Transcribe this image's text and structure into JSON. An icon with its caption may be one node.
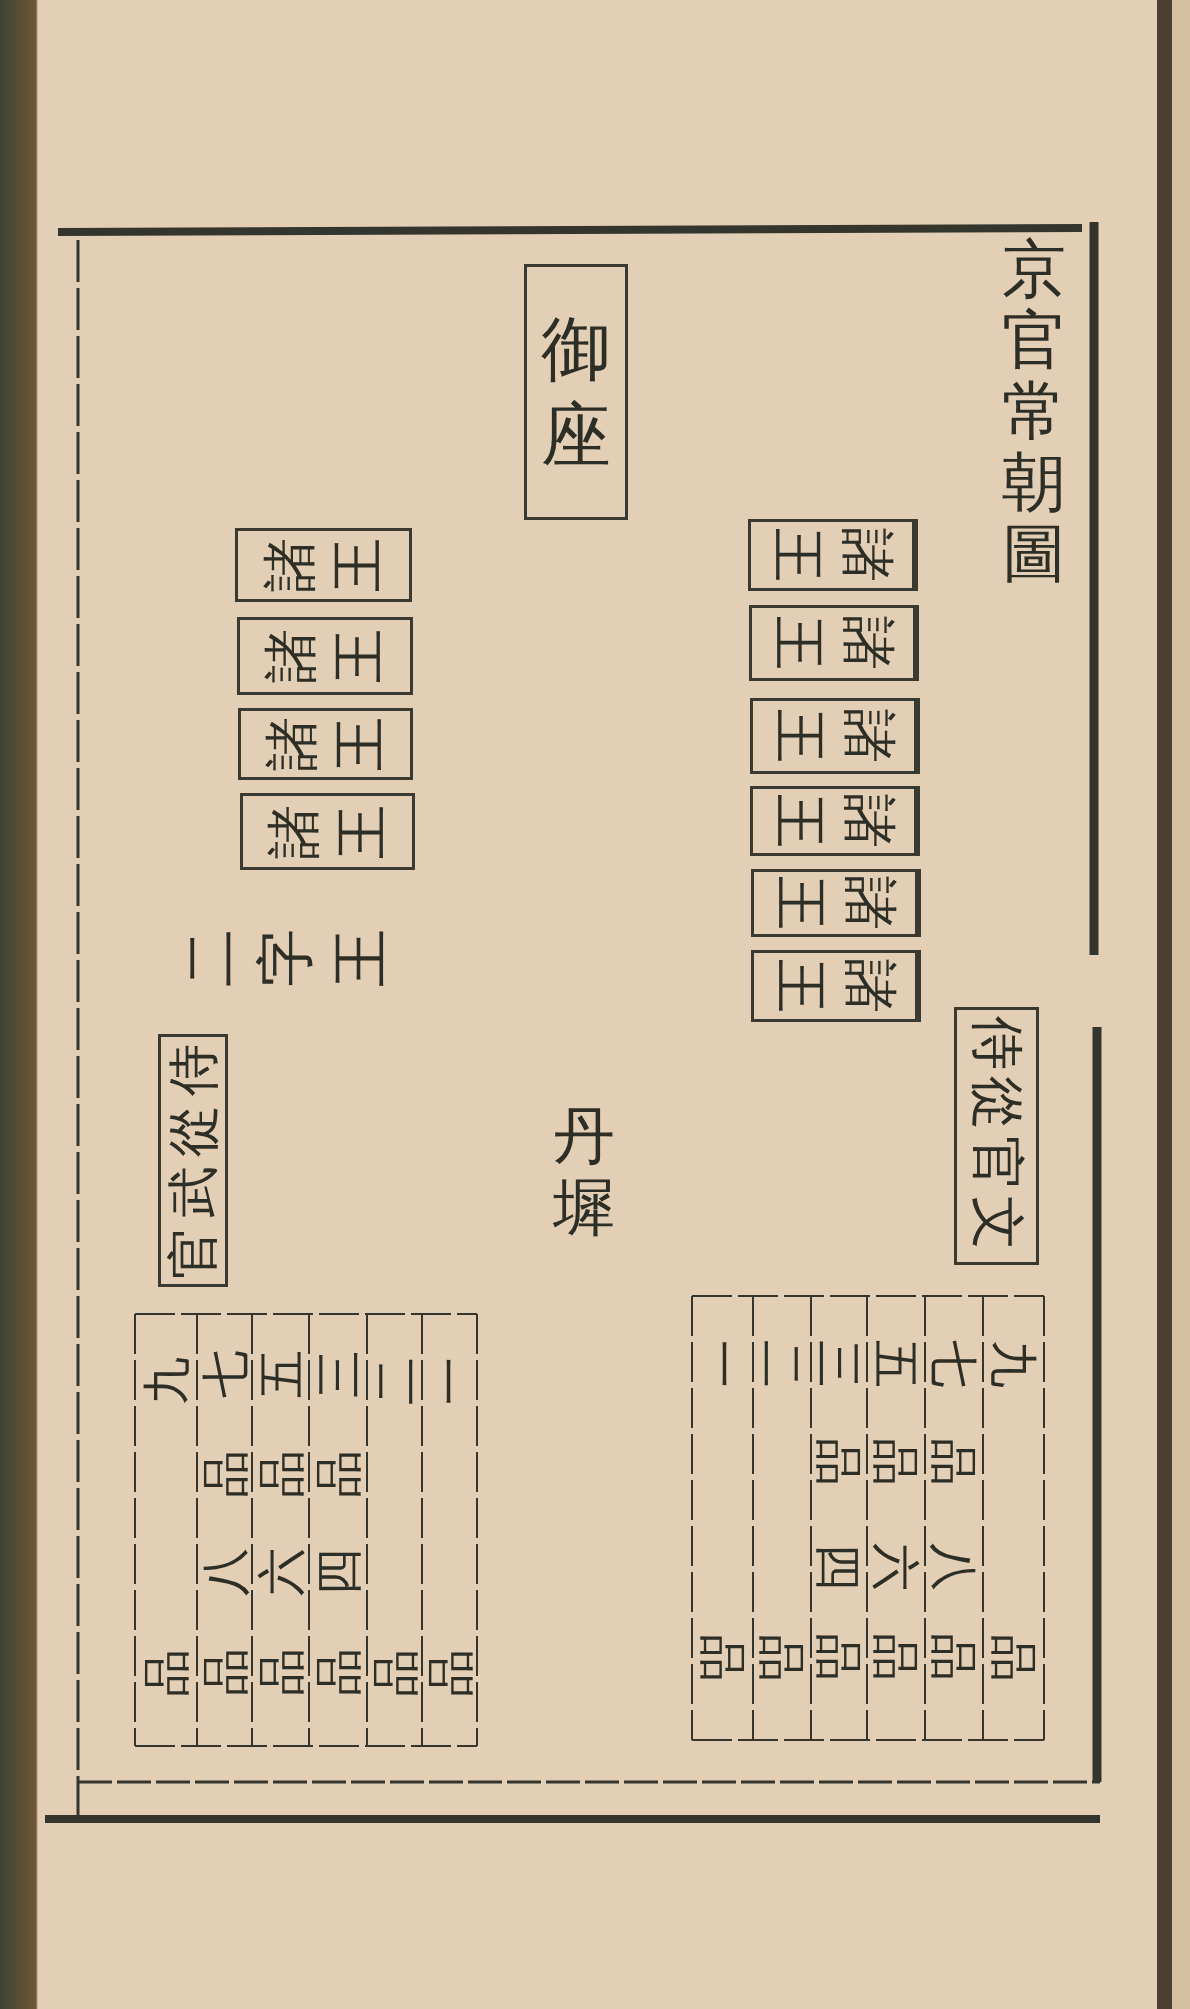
{
  "diagram": {
    "title": "京官常朝圖",
    "nodes": [
      {
        "text": [
          "御座"
        ]
      },
      {
        "text": [
          "諸王"
        ]
      },
      {
        "text": [
          "諸王"
        ]
      },
      {
        "text": [
          "諸王"
        ]
      },
      {
        "text": [
          "諸王"
        ]
      },
      {
        "text": [
          "諸王"
        ]
      },
      {
        "text": [
          "諸王"
        ]
      },
      {
        "text": [
          "諸王"
        ]
      },
      {
        "text": [
          "諸王"
        ]
      },
      {
        "text": [
          "諸王"
        ]
      },
      {
        "text": [
          "諸王"
        ]
      },
      {
        "text": [
          "侍從官文"
        ]
      },
      {
        "text": [
          "侍從武官"
        ]
      }
    ],
    "labels": [
      "丹墀",
      "二字王",
      "九品",
      "七品",
      "八品",
      "五品",
      "六品",
      "三品",
      "四品",
      "二品",
      "一品",
      "一",
      "品",
      "二",
      "品",
      "三品",
      "四品",
      "五品",
      "六品",
      "七品",
      "八品",
      "九",
      "品"
    ]
  }
}
